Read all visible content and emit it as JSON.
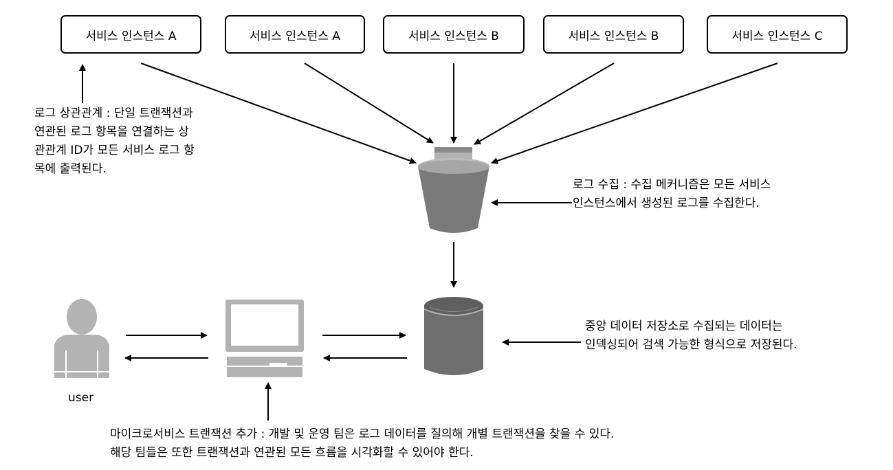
{
  "services": [
    {
      "label": "서비스 인스턴스 A"
    },
    {
      "label": "서비스 인스턴스 A"
    },
    {
      "label": "서비스 인스턴스 B"
    },
    {
      "label": "서비스 인스턴스 B"
    },
    {
      "label": "서비스 인스턴스 C"
    }
  ],
  "notes": {
    "correlation": "로그 상관관계 : 단일 트랜잭션과\n연관된 로그 항목을 연결하는 상\n관관계 ID가 모든 서비스 로그 항\n목에 출력된다.",
    "collection": "로그 수집 : 수집 메커니즘은 모든 서비스\n인스턴스에서 생성된 로그를 수집한다.",
    "storage": "중앙 데이터 저장소로 수집되는 데이터는\n인덱싱되어 검색 가능한 형식으로 저장된다.",
    "tracing": "마이크로서비스 트랜잭션 추가 : 개발 및 운영 팀은 로그 데이터를 질의해 개별 트랜잭션을 찾을 수 있다.\n해당 팀들은 또한 트랜잭션과 연관된 모든 흐름을 시각화할 수 있어야 한다."
  },
  "user": {
    "label": "user"
  },
  "colors": {
    "icon_gray": "#b3b3b3",
    "bucket_dark": "#7a7a7a",
    "db_dark": "#6e6e6e"
  }
}
